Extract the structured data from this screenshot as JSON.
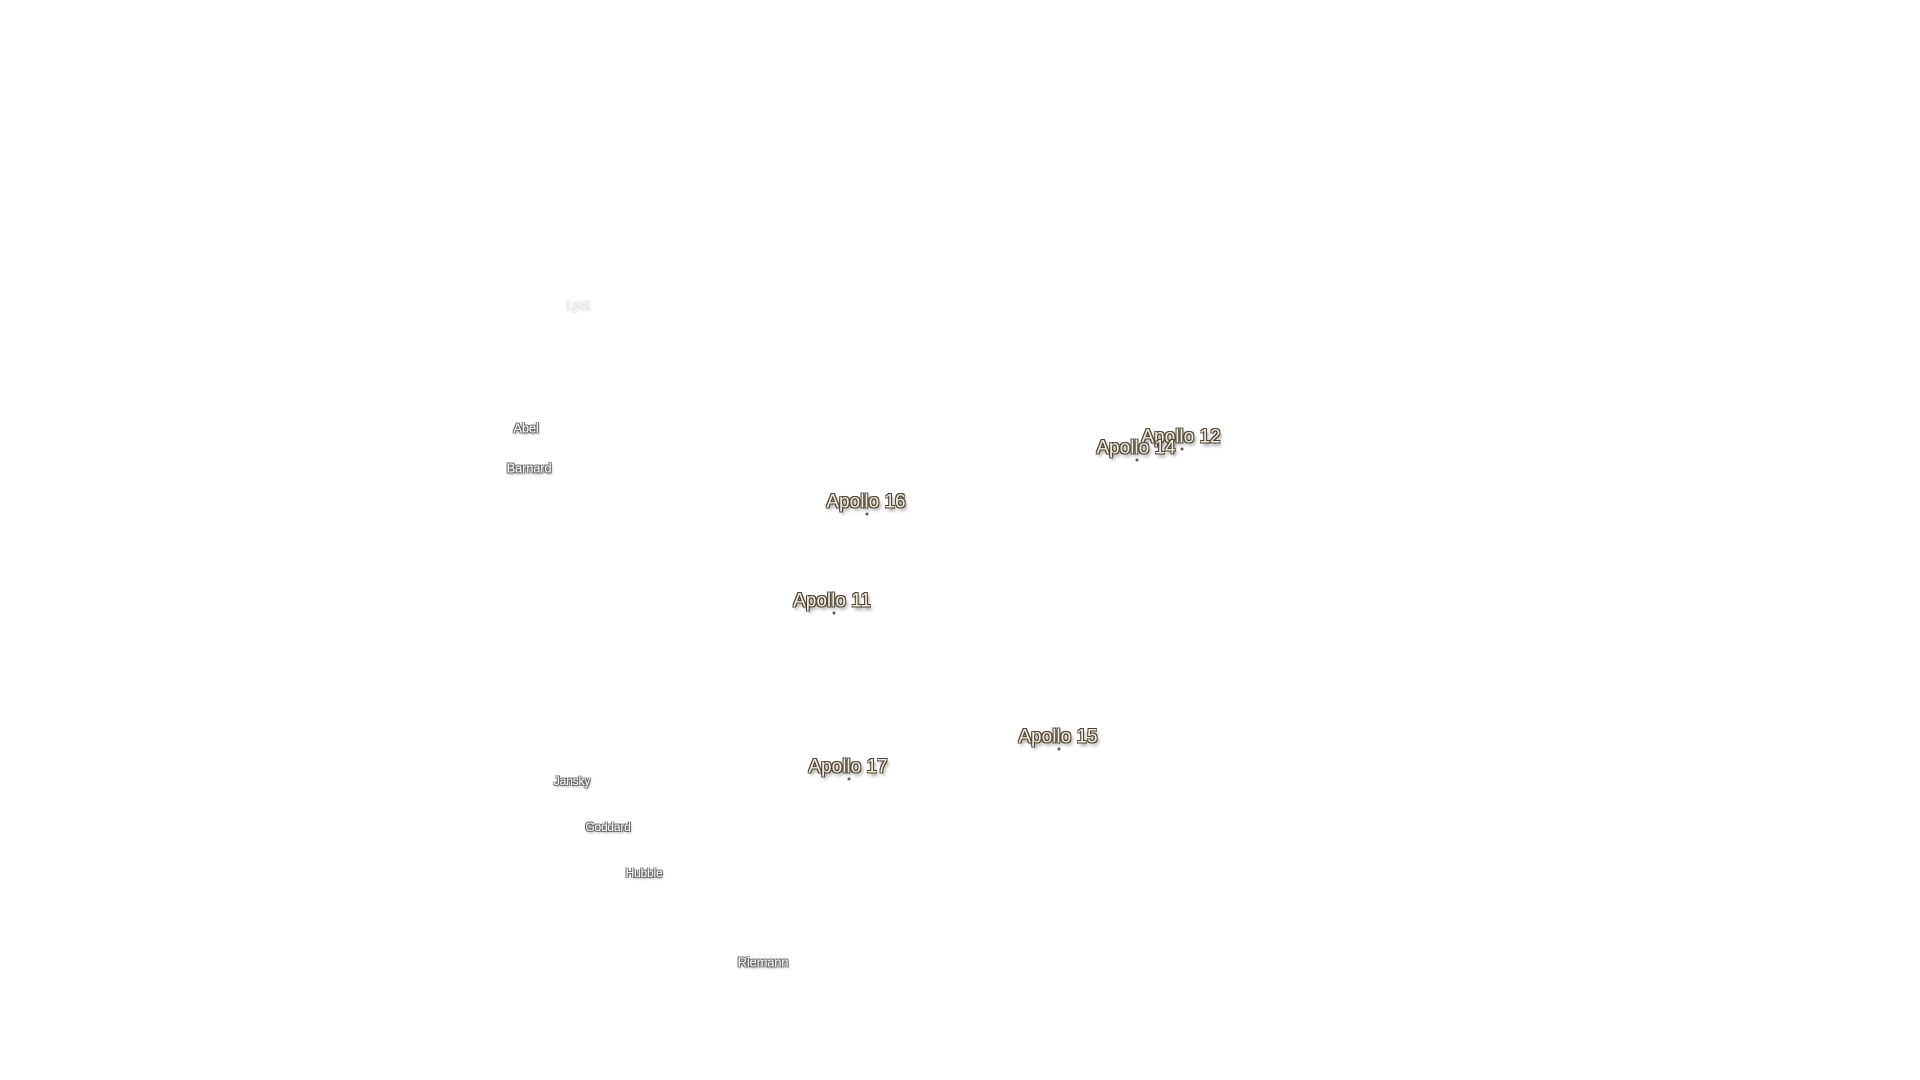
{
  "map": {
    "crater_labels": [
      {
        "name": "Lyot"
      },
      {
        "name": "Abel"
      },
      {
        "name": "Barnard"
      },
      {
        "name": "Jansky"
      },
      {
        "name": "Goddard"
      },
      {
        "name": "Hubble"
      },
      {
        "name": "Riemann"
      }
    ],
    "landing_sites": [
      {
        "name": "Apollo 12"
      },
      {
        "name": "Apollo 14"
      },
      {
        "name": "Apollo 16"
      },
      {
        "name": "Apollo 11"
      },
      {
        "name": "Apollo 15"
      },
      {
        "name": "Apollo 17"
      }
    ]
  }
}
